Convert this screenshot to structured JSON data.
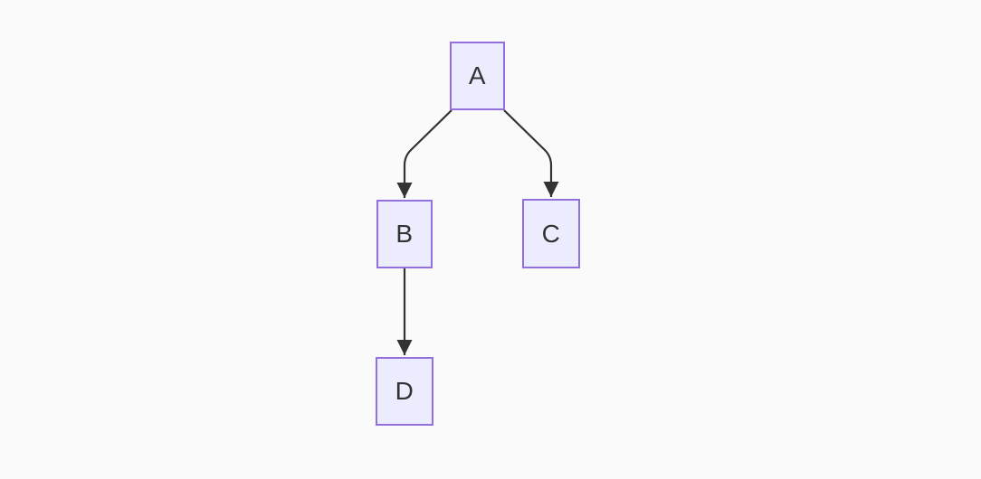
{
  "theme": {
    "background": "#fafafa",
    "node_fill": "#ececff",
    "node_border": "#9370db",
    "edge_color": "#333333",
    "label_color": "#333333"
  },
  "diagram": {
    "type": "flowchart",
    "direction": "top-down",
    "nodes": [
      {
        "id": "A",
        "label": "A"
      },
      {
        "id": "B",
        "label": "B"
      },
      {
        "id": "C",
        "label": "C"
      },
      {
        "id": "D",
        "label": "D"
      }
    ],
    "edges": [
      {
        "from": "A",
        "to": "B"
      },
      {
        "from": "A",
        "to": "C"
      },
      {
        "from": "B",
        "to": "D"
      }
    ]
  }
}
